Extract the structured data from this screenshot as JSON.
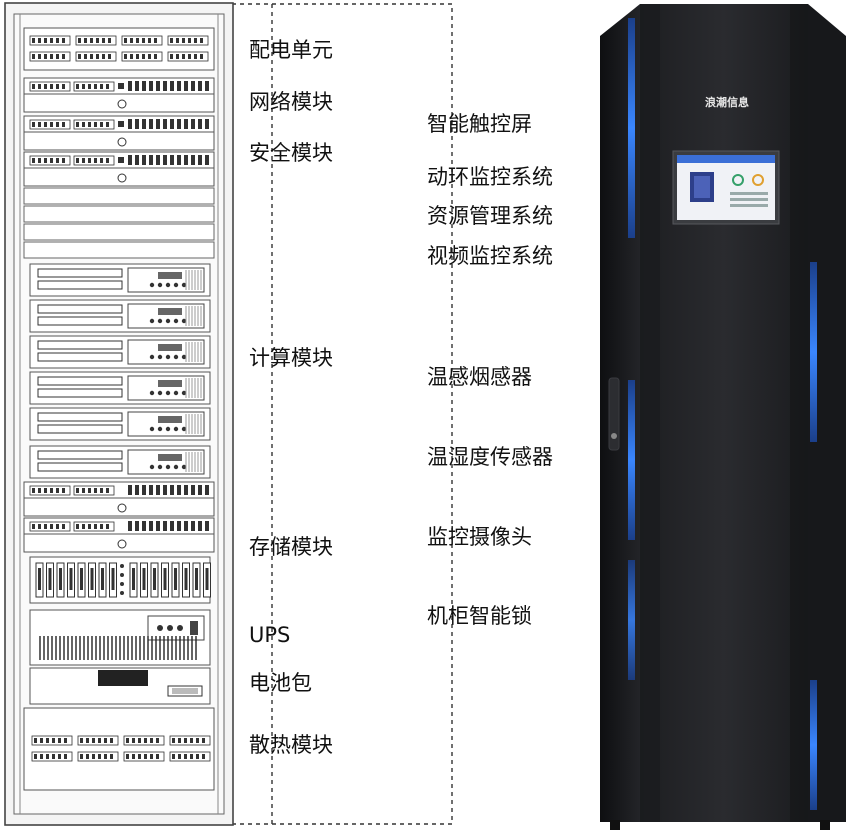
{
  "rack_labels": {
    "power": "配电单元",
    "network": "网络模块",
    "security": "安全模块",
    "compute": "计算模块",
    "storage": "存储模块",
    "ups": "UPS",
    "battery": "电池包",
    "cooling": "散热模块"
  },
  "cabinet_labels": {
    "touchscreen": "智能触控屏",
    "env_monitor": "动环监控系统",
    "resource_mgmt": "资源管理系统",
    "video_monitor": "视频监控系统",
    "smoke_sensor": "温感烟感器",
    "humidity_sensor": "温湿度传感器",
    "camera": "监控摄像头",
    "smart_lock": "机柜智能锁"
  },
  "brand": {
    "logo": "浪潮信息"
  },
  "colors": {
    "cabinet_body": "#222326",
    "cabinet_accent": "#2f7bff",
    "screen_frame": "#3a3c40"
  }
}
